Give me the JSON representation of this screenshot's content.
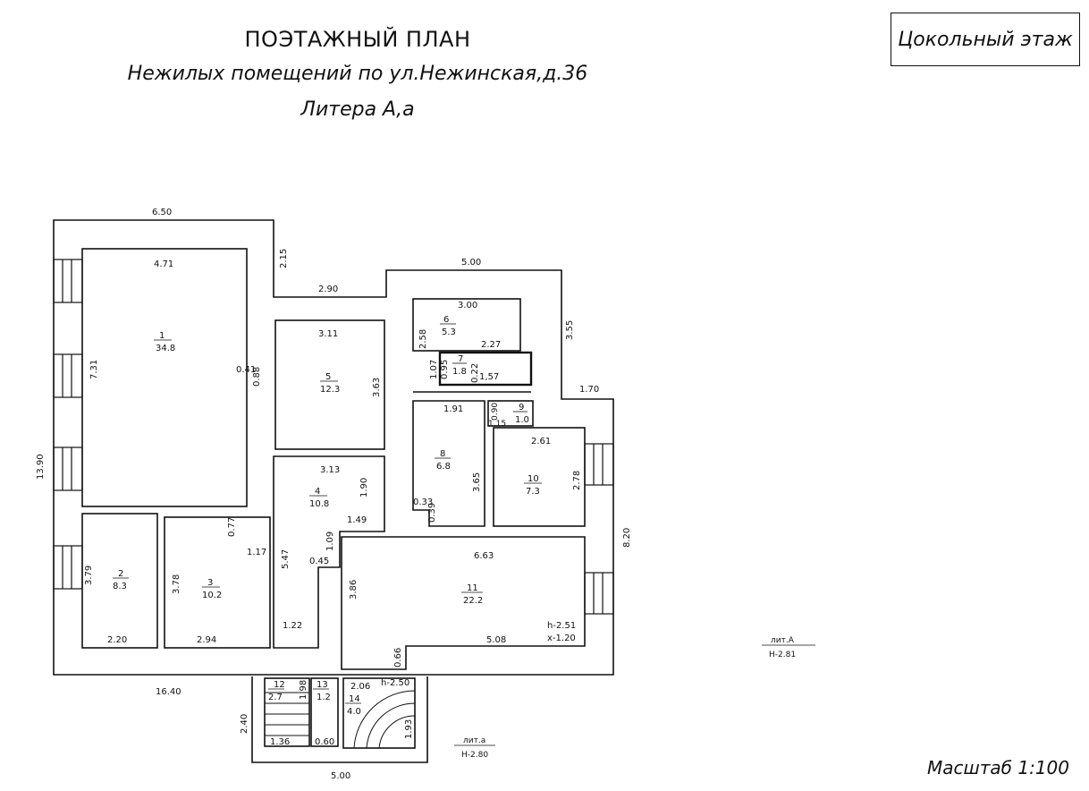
{
  "header": {
    "title": "ПОЭТАЖНЫЙ ПЛАН",
    "subtitle": "Нежилых помещений по ул.Нежинская,д.36",
    "litera": "Литера А,а"
  },
  "floor_label": "Цокольный этаж",
  "scale_label": "Масштаб  1:100",
  "rooms": [
    {
      "num": "1",
      "area": "34.8"
    },
    {
      "num": "2",
      "area": "8.3"
    },
    {
      "num": "3",
      "area": "10.2"
    },
    {
      "num": "4",
      "area": "10.8"
    },
    {
      "num": "5",
      "area": "12.3"
    },
    {
      "num": "6",
      "area": "5.3"
    },
    {
      "num": "7",
      "area": "1.8"
    },
    {
      "num": "8",
      "area": "6.8"
    },
    {
      "num": "9",
      "area": "1.0"
    },
    {
      "num": "10",
      "area": "7.3"
    },
    {
      "num": "11",
      "area": "22.2"
    },
    {
      "num": "12",
      "area": "2.7"
    },
    {
      "num": "13",
      "area": "1.2"
    },
    {
      "num": "14",
      "area": "4.0"
    }
  ],
  "dims": {
    "top_6_50": "6.50",
    "d_4_71": "4.71",
    "d_2_15": "2.15",
    "d_2_90": "2.90",
    "d_5_00_top": "5.00",
    "d_3_00": "3.00",
    "d_3_55": "3.55",
    "d_3_11": "3.11",
    "d_2_58": "2.58",
    "d_2_27": "2.27",
    "d_1_07": "1.07",
    "d_0_95": "0.95",
    "d_0_22": "0.22",
    "d_1_57": "1,57",
    "d_1_70": "1.70",
    "d_7_31": "7.31",
    "d_0_41": "0.41",
    "d_0_88": "0.88",
    "d_3_63": "3.63",
    "d_1_91": "1.91",
    "d_0_90": "0.90",
    "d_1_15": "1.15",
    "d_13_90": "13.90",
    "d_2_61": "2.61",
    "d_3_13": "3.13",
    "d_1_90": "1.90",
    "d_3_65": "3.65",
    "d_2_78": "2.78",
    "d_0_33": "0.33",
    "d_0_39": "0.39",
    "d_1_49": "1.49",
    "d_0_77": "0.77",
    "d_8_20": "8.20",
    "d_1_09": "1.09",
    "d_1_17": "1.17",
    "d_0_45": "0.45",
    "d_6_63": "6.63",
    "d_3_79": "3.79",
    "d_3_78": "3.78",
    "d_5_47": "5.47",
    "d_3_86": "3.86",
    "d_h_2_51": "h-2.51",
    "d_x_1_20": "x-1.20",
    "d_2_20": "2.20",
    "d_2_94": "2.94",
    "d_1_22": "1.22",
    "d_5_08": "5.08",
    "d_0_66": "0.66",
    "d_16_40": "16.40",
    "d_1_98": "1.98",
    "d_2_06": "2.06",
    "d_h_2_50": "h-2.50",
    "d_2_40": "2.40",
    "d_1_93": "1.93",
    "d_1_36": "1.36",
    "d_0_60": "0.60",
    "d_5_00_bottom": "5.00"
  },
  "lit_a": {
    "name": "лит.А",
    "height": "Н-2.81"
  },
  "lit_a_small": {
    "name": "лит.а",
    "height": "Н-2.80"
  }
}
